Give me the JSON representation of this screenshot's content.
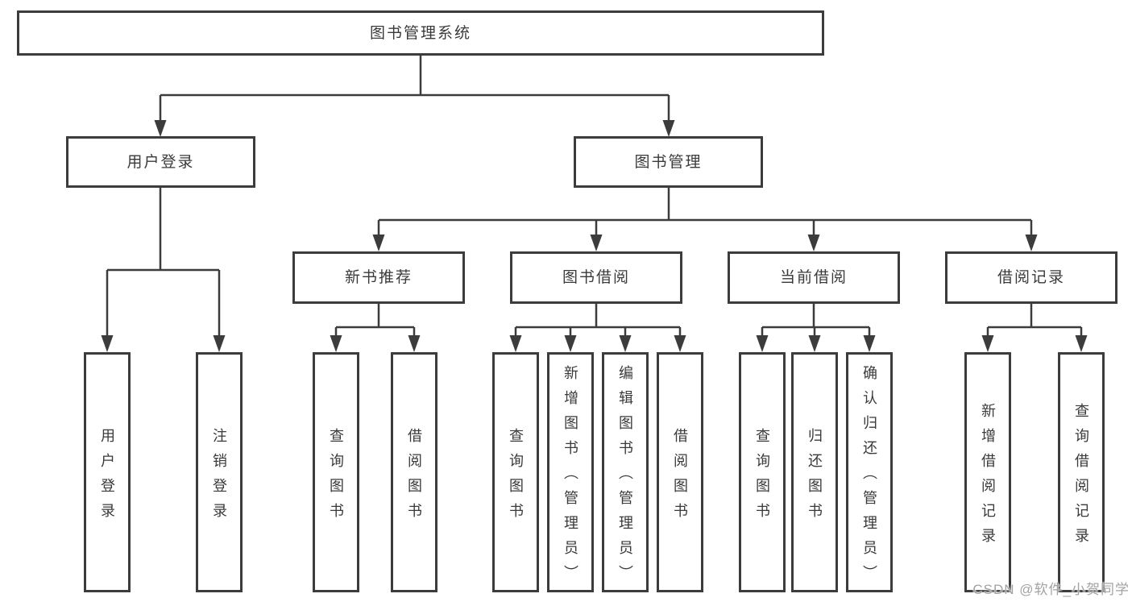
{
  "diagram_title": "图书管理系统",
  "tree": {
    "root": {
      "label": "图书管理系统"
    },
    "branches": [
      {
        "label": "用户登录",
        "children": [
          {
            "label": "用户登录"
          },
          {
            "label": "注销登录"
          }
        ]
      },
      {
        "label": "图书管理",
        "children": [
          {
            "label": "新书推荐",
            "children": [
              {
                "label": "查询图书"
              },
              {
                "label": "借阅图书"
              }
            ]
          },
          {
            "label": "图书借阅",
            "children": [
              {
                "label": "查询图书"
              },
              {
                "label": "新增图书（管理员）"
              },
              {
                "label": "编辑图书（管理员）"
              },
              {
                "label": "借阅图书"
              }
            ]
          },
          {
            "label": "当前借阅",
            "children": [
              {
                "label": "查询图书"
              },
              {
                "label": "归还图书"
              },
              {
                "label": "确认归还（管理员）"
              }
            ]
          },
          {
            "label": "借阅记录",
            "children": [
              {
                "label": "新增借阅记录"
              },
              {
                "label": "查询借阅记录"
              }
            ]
          }
        ]
      }
    ]
  },
  "watermark": "CSDN @软件_小贺同学",
  "colors": {
    "line": "#3c3c3c",
    "text": "#3a3a3a",
    "watermark": "#a2a2a2",
    "background": "#ffffff"
  }
}
